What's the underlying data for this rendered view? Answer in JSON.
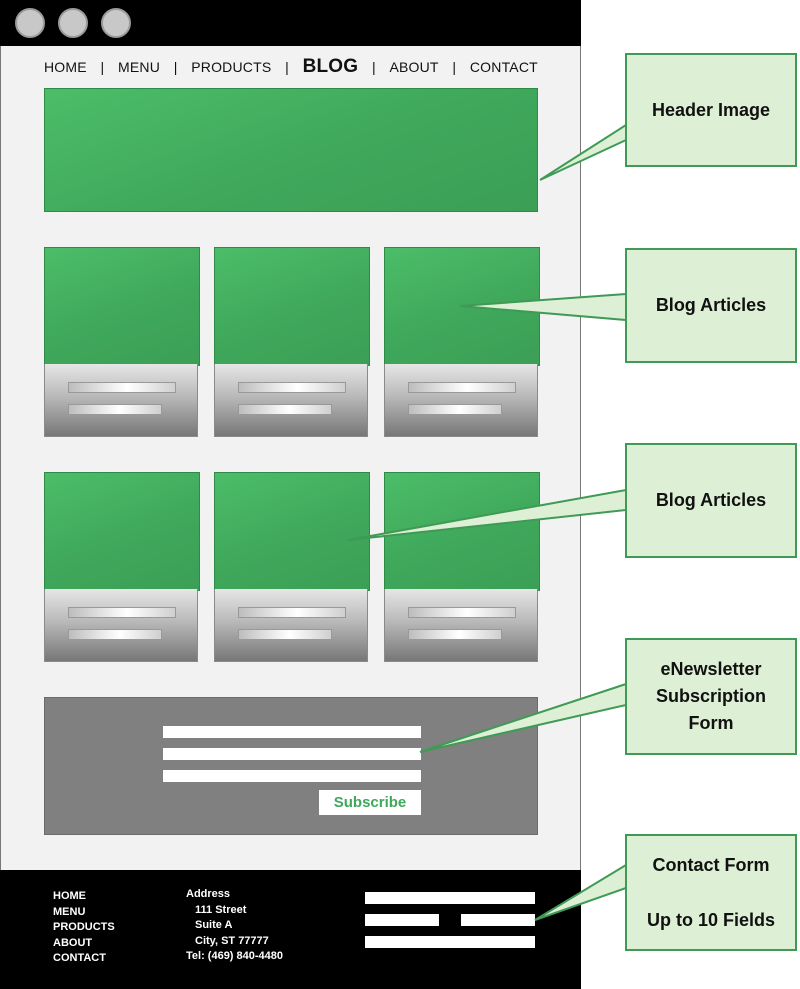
{
  "nav": {
    "items": [
      "HOME",
      "MENU",
      "PRODUCTS",
      "BLOG",
      "ABOUT",
      "CONTACT"
    ],
    "separator": "|",
    "active": "BLOG"
  },
  "newsletter": {
    "button_label": "Subscribe"
  },
  "footer": {
    "links": [
      "HOME",
      "MENU",
      "PRODUCTS",
      "ABOUT",
      "CONTACT"
    ],
    "address": {
      "heading": "Address",
      "line1": "111 Street",
      "line2": "Suite A",
      "line3": "City, ST 77777",
      "phone": "Tel: (469) 840-4480"
    }
  },
  "callouts": {
    "header_image": "Header Image",
    "blog_articles_1": "Blog Articles",
    "blog_articles_2": "Blog Articles",
    "enewsletter_line1": "eNewsletter",
    "enewsletter_line2": "Subscription",
    "enewsletter_line3": "Form",
    "contact_form_line1": "Contact Form",
    "contact_form_line2": "Up to 10 Fields"
  },
  "colors": {
    "accent_green": "#3fa85b",
    "callout_fill": "#ddefd4",
    "callout_border": "#3f9a55",
    "frame_bg": "#f2f2f2",
    "dark": "#000000",
    "newsletter_bg": "#808080"
  }
}
